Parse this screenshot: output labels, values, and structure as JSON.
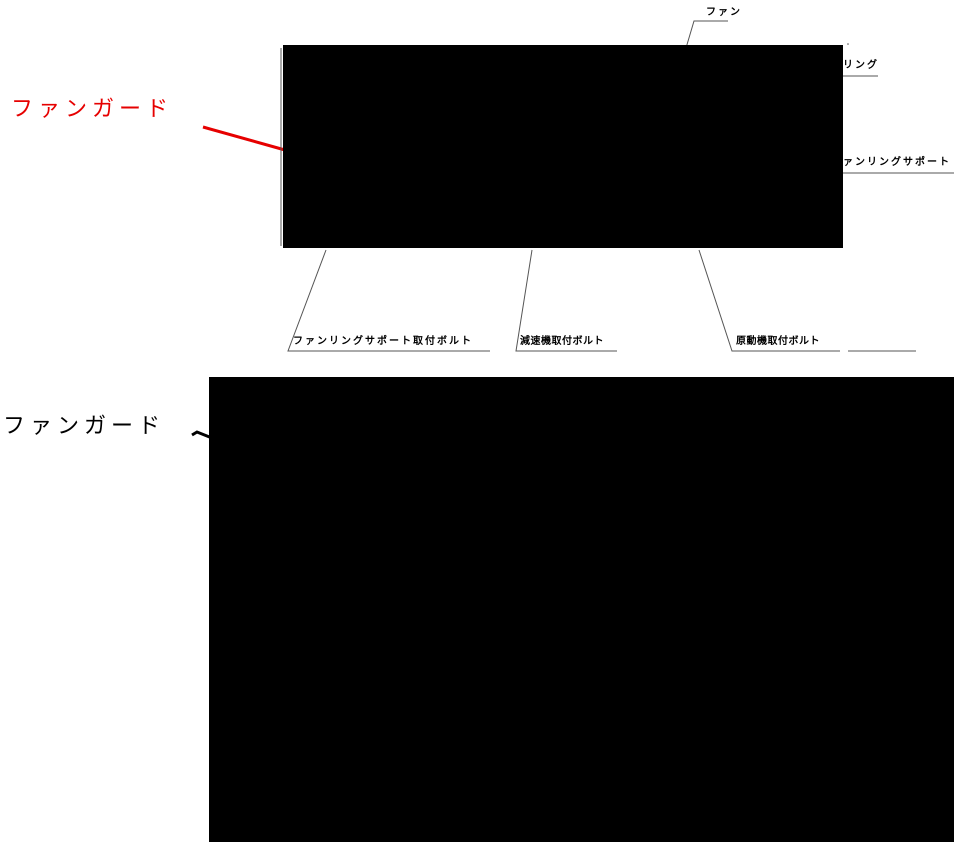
{
  "top_diagram": {
    "fan_guard_label": "ファンガード",
    "fan_guard_label_color": "#e60000",
    "labels": {
      "fan": "ファン",
      "fan_ring_partial": "リング",
      "fan_ring_support_partial": "ァンリングサポート",
      "fan_ring_support_bolt": "ファンリングサポート取付ボルト",
      "reducer_bolt": "減速機取付ボルト",
      "motor_bolt": "原動機取付ボルト"
    }
  },
  "bottom_diagram": {
    "fan_guard_label": "ファンガード",
    "fan_guard_label_color": "#000000"
  }
}
